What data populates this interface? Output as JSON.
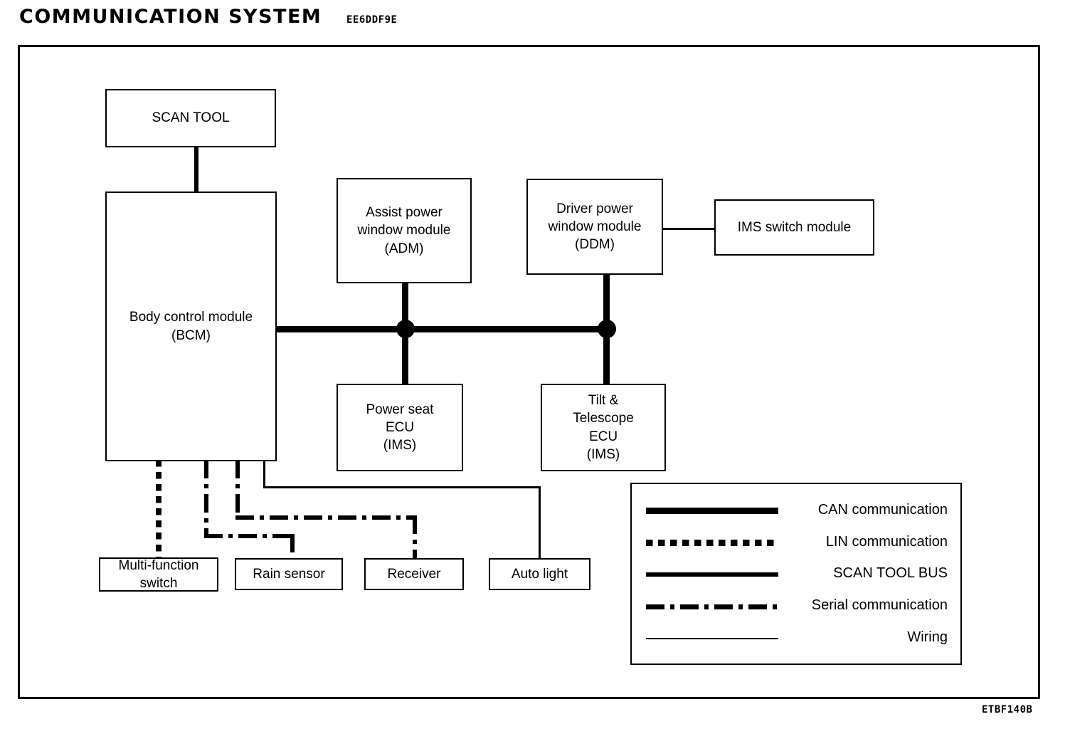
{
  "header": {
    "title": "COMMUNICATION SYSTEM",
    "code": "EE6DDF9E"
  },
  "footer": {
    "code": "ETBF140B"
  },
  "nodes": {
    "scan_tool": {
      "lines": [
        "SCAN TOOL"
      ]
    },
    "bcm": {
      "lines": [
        "Body control module",
        "(BCM)"
      ]
    },
    "adm": {
      "lines": [
        "Assist power",
        "window module",
        "(ADM)"
      ]
    },
    "ddm": {
      "lines": [
        "Driver power",
        "window module",
        "(DDM)"
      ]
    },
    "ims_switch": {
      "lines": [
        "IMS switch module"
      ]
    },
    "power_seat_ecu": {
      "lines": [
        "Power seat",
        "ECU",
        "(IMS)"
      ]
    },
    "tilt_telescope_ecu": {
      "lines": [
        "Tilt &",
        "Telescope",
        "ECU",
        "(IMS)"
      ]
    },
    "multi_function_switch": {
      "lines": [
        "Multi-function",
        "switch"
      ]
    },
    "rain_sensor": {
      "lines": [
        "Rain sensor"
      ]
    },
    "receiver": {
      "lines": [
        "Receiver"
      ]
    },
    "auto_light": {
      "lines": [
        "Auto light"
      ]
    }
  },
  "legend": {
    "items": [
      {
        "style": "can",
        "label": "CAN communication"
      },
      {
        "style": "lin",
        "label": "LIN communication"
      },
      {
        "style": "bus",
        "label": "SCAN TOOL BUS"
      },
      {
        "style": "ser",
        "label": "Serial communication"
      },
      {
        "style": "wire",
        "label": "Wiring"
      }
    ]
  },
  "colors": {
    "ink": "#000000",
    "paper": "#ffffff"
  }
}
